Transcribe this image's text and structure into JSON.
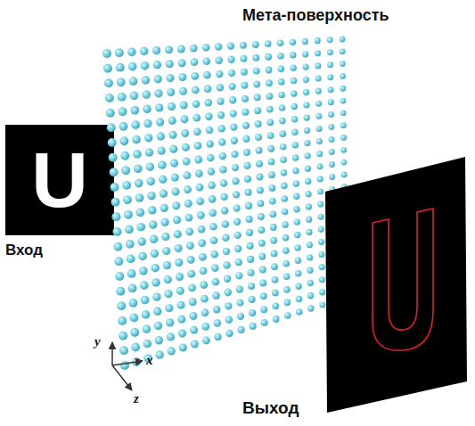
{
  "diagram": {
    "labels": [
      "Мета-поверхность",
      "Вход",
      "Выход",
      "y",
      "x",
      "z",
      "U"
    ]
  }
}
